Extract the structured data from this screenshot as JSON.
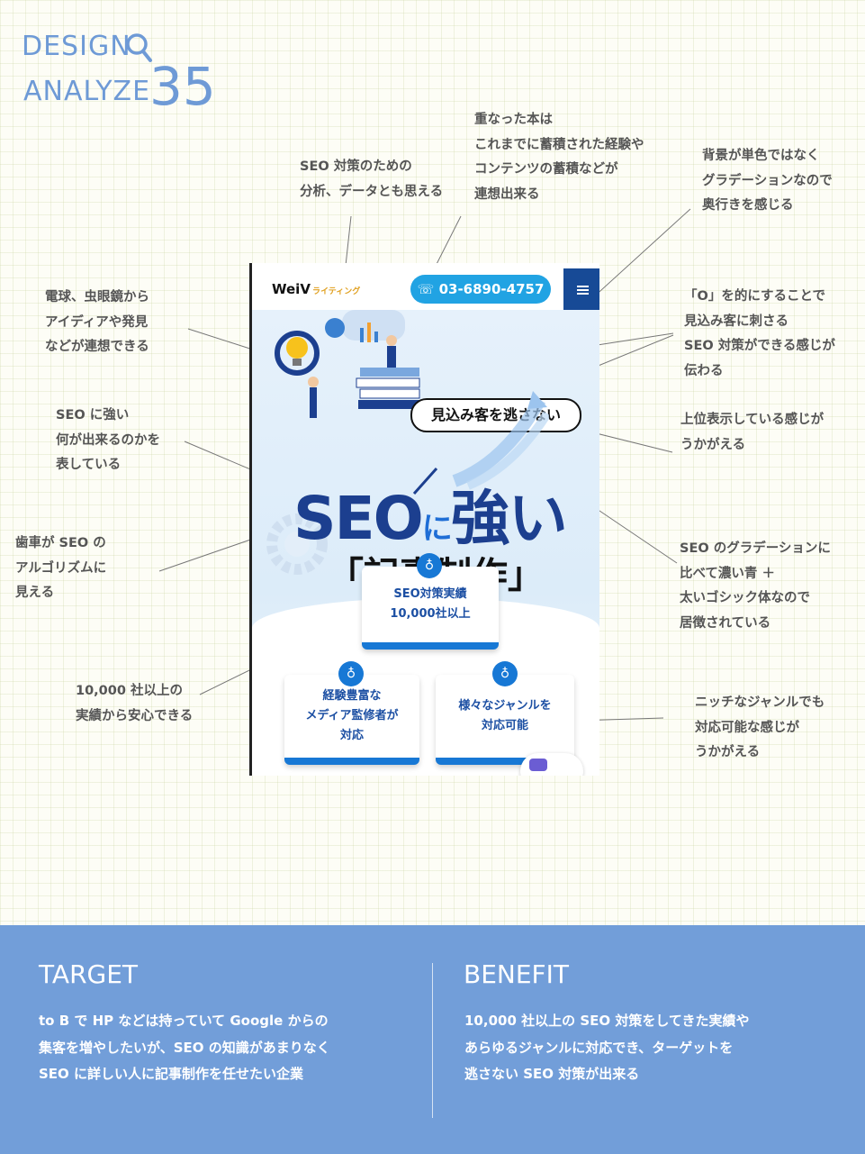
{
  "header": {
    "logo_line1": "DESIGN",
    "logo_line2": "ANALYZE",
    "logo_number": "35"
  },
  "notes": {
    "books": "重なった本は\nこれまでに蓄積された経験や\nコンテンツの蓄積などが\n連想出来る",
    "seo_data": "SEO 対策のための\n分析、データとも思える",
    "background": "背景が単色ではなく\nグラデーションなので\n奥行きを感じる",
    "bulb": "電球、虫眼鏡から\nアイディアや発見\nなどが連想できる",
    "target_o": "「O」を的にすることで\n見込み客に刺さる\nSEO 対策ができる感じが\n伝わる",
    "seo_strong": "SEO に強い\n何が出来るのかを\n表している",
    "ranking": "上位表示している感じが\nうかがえる",
    "gear": "歯車が SEO の\nアルゴリズムに\n見える",
    "gradient_blue": "SEO のグラデーションに\n比べて濃い青 ＋\n太いゴシック体なので\n居徴されている",
    "record": "10,000 社以上の\n実績から安心できる",
    "niche": "ニッチなジャンルでも\n対応可能な感じが\nうかがえる"
  },
  "site": {
    "brand": "WeiV",
    "brand_sub": "ライティング",
    "tel": "03-6890-4757",
    "bubble": "見込み客を逃さない",
    "headline_seo": "SEO",
    "headline_ni": "に",
    "headline_strong": "強い",
    "headline_kiji": "「記事制作」",
    "card_main": "SEO対策実績\n10,000社以上",
    "card_left": "経験豊富な\nメディア監修者が\n対応",
    "card_right": "様々なジャンルを\n対応可能"
  },
  "target": {
    "title": "TARGET",
    "body": "to B で HP などは持っていて Google からの\n集客を増やしたいが、SEO の知識があまりなく\nSEO に詳しい人に記事制作を任せたい企業"
  },
  "benefit": {
    "title": "BENEFIT",
    "body": "10,000 社以上の SEO 対策をしてきた実績や\nあらゆるジャンルに対応でき、ターゲットを\n逃さない SEO 対策が出来る"
  },
  "colors": {
    "accent": "#6e9ad6",
    "footer_bg": "#729ed9",
    "site_blue": "#1c3f8f",
    "tel_blue": "#21a3e3"
  }
}
